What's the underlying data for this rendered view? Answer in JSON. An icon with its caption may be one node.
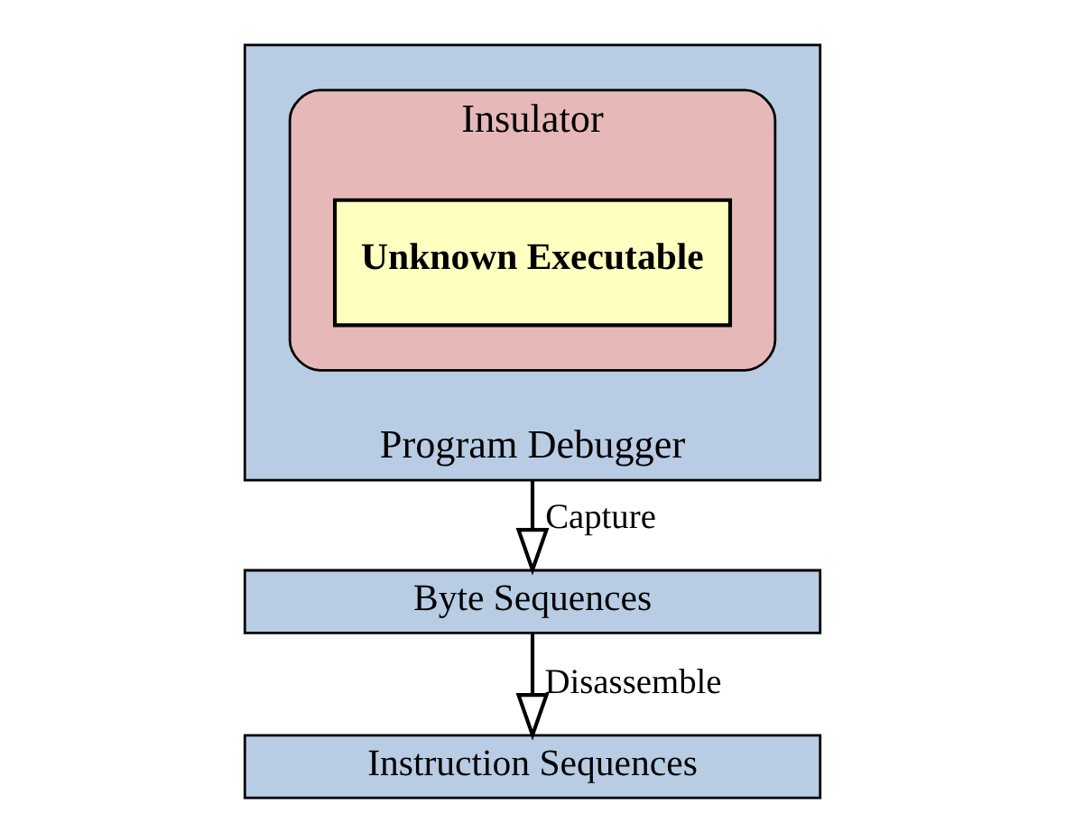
{
  "diagram": {
    "nodes": [
      {
        "text": [
          "Program Debugger"
        ]
      },
      {
        "text": [
          "Insulator"
        ],
        "in": 0
      },
      {
        "text": [
          "Unknown Executable"
        ],
        "in": 1
      },
      {
        "text": [
          "Byte Sequences"
        ]
      },
      {
        "text": [
          "Instruction Sequences"
        ]
      }
    ],
    "edges": [
      {
        "from": 0,
        "to": 3,
        "arrow": "to",
        "label": "Capture"
      },
      {
        "from": 3,
        "to": 4,
        "arrow": "to",
        "label": "Disassemble"
      }
    ]
  }
}
